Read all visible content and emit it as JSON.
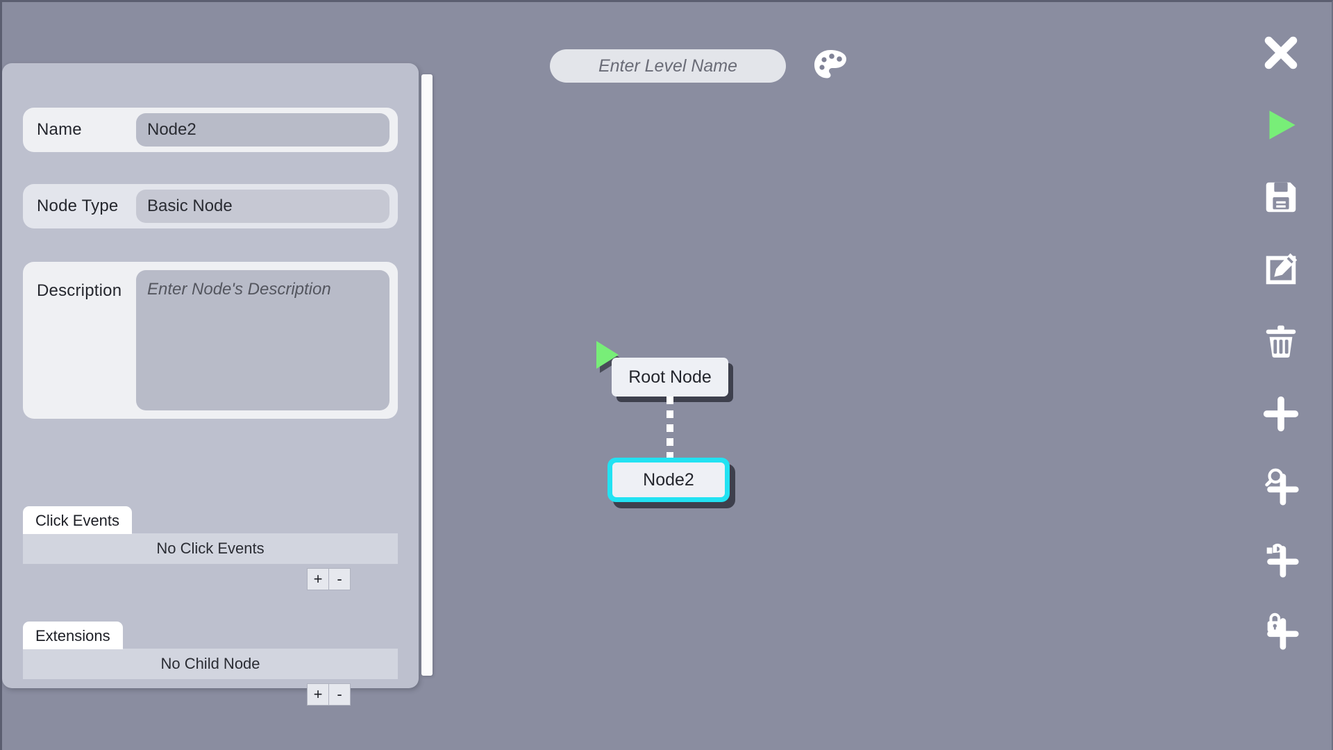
{
  "colors": {
    "background": "#8A8DA0",
    "panel": "#BDC0CE",
    "accent_cyan": "#22E2F2",
    "accent_green": "#78EE78",
    "node_fill": "#EEF0F5"
  },
  "topbar": {
    "level_name_value": "",
    "level_name_placeholder": "Enter Level Name",
    "palette_icon": "palette-icon"
  },
  "inspector": {
    "fields": [
      {
        "label": "Name",
        "value": "Node2"
      },
      {
        "label": "Node Type",
        "value": "Basic Node"
      }
    ],
    "description": {
      "label": "Description",
      "value": "",
      "placeholder": "Enter Node's Description"
    },
    "groups": [
      {
        "tab": "Click Events",
        "empty_text": "No Click Events",
        "add_label": "+",
        "remove_label": "-"
      },
      {
        "tab": "Extensions",
        "empty_text": "No Child Node",
        "add_label": "+",
        "remove_label": "-"
      }
    ]
  },
  "toolbar": {
    "items": [
      {
        "icon": "close-icon",
        "name": "close-button"
      },
      {
        "icon": "play-icon",
        "name": "play-button"
      },
      {
        "icon": "save-icon",
        "name": "save-button"
      },
      {
        "icon": "edit-icon",
        "name": "edit-button"
      },
      {
        "icon": "trash-icon",
        "name": "delete-button"
      },
      {
        "icon": "plus-icon",
        "name": "add-node-button"
      },
      {
        "icon": "zoom-plus-icon",
        "name": "add-zoom-node-button"
      },
      {
        "icon": "hand-plus-icon",
        "name": "add-drag-node-button"
      },
      {
        "icon": "lock-plus-icon",
        "name": "add-locked-node-button"
      }
    ]
  },
  "graph": {
    "nodes": [
      {
        "label": "Root Node",
        "selected": false
      },
      {
        "label": "Node2",
        "selected": true
      }
    ]
  }
}
